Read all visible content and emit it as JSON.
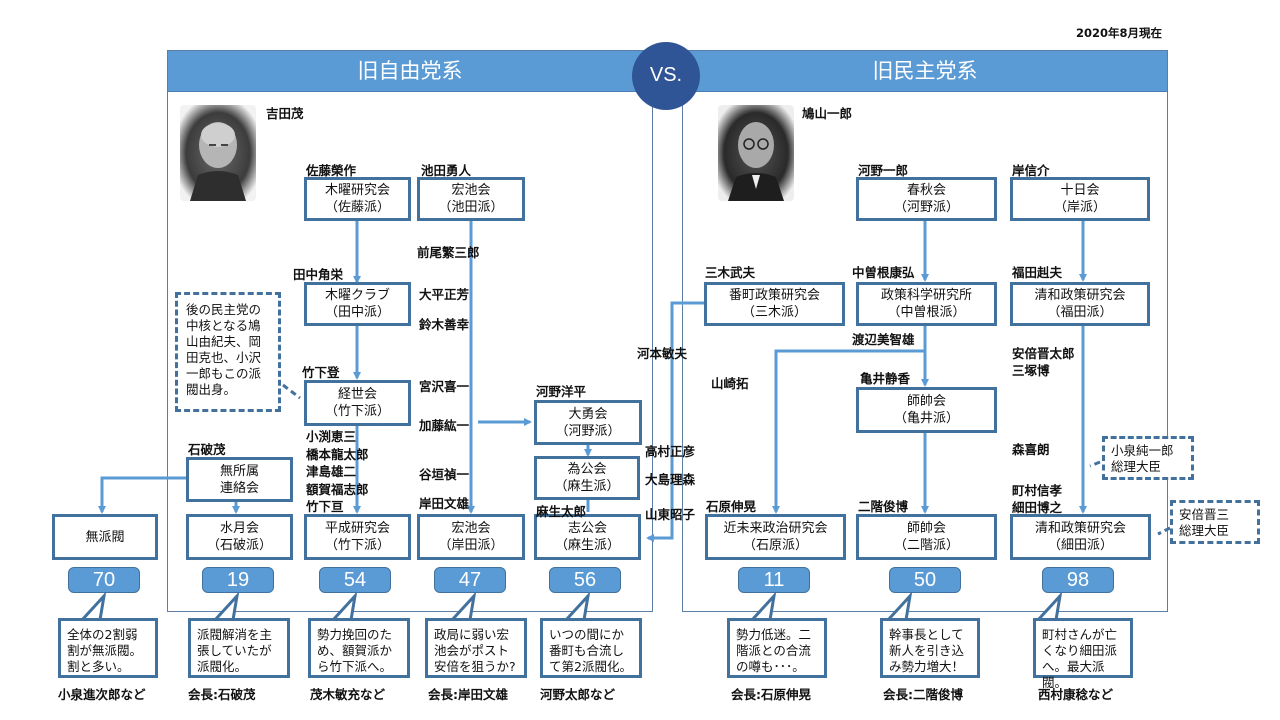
{
  "date_label": "2020年8月現在",
  "vs_label": "VS.",
  "colors": {
    "accent": "#5b9bd5",
    "border": "#41719c",
    "vs": "#2f5597"
  },
  "left": {
    "title": "旧自由党系",
    "founder": "吉田茂",
    "founder_photo": "portrait-yoshida",
    "note": "後の民主党の中核となる鳩山由紀夫、岡田克也、小沢一郎もこの派閥出身。"
  },
  "right": {
    "title": "旧民主党系",
    "founder": "鳩山一郎",
    "founder_photo": "portrait-hatoyama"
  },
  "factions": {
    "mokuyo_kenkyukai": {
      "name": "木曜研究会",
      "sub": "（佐藤派）"
    },
    "kochikai_ikeda": {
      "name": "宏池会",
      "sub": "（池田派）"
    },
    "mokuyo_club": {
      "name": "木曜クラブ",
      "sub": "（田中派）"
    },
    "keiseikai": {
      "name": "経世会",
      "sub": "（竹下派）"
    },
    "taiyukai": {
      "name": "大勇会",
      "sub": "（河野派）"
    },
    "ikoukai": {
      "name": "為公会",
      "sub": "（麻生派）"
    },
    "mushozoku": {
      "name": "無所属",
      "sub": "連絡会"
    },
    "muhabatsu": {
      "name": "無派閥",
      "sub": ""
    },
    "suigetsukai": {
      "name": "水月会",
      "sub": "（石破派）"
    },
    "heisei": {
      "name": "平成研究会",
      "sub": "（竹下派）"
    },
    "kochikai_kishida": {
      "name": "宏池会",
      "sub": "（岸田派）"
    },
    "shikoukai": {
      "name": "志公会",
      "sub": "（麻生派）"
    },
    "shunjukai": {
      "name": "春秋会",
      "sub": "（河野派）"
    },
    "tokakai": {
      "name": "十日会",
      "sub": "（岸派）"
    },
    "bancho": {
      "name": "番町政策研究会",
      "sub": "（三木派）"
    },
    "seisaku_kagaku": {
      "name": "政策科学研究所",
      "sub": "（中曽根派）"
    },
    "seiwa_fukuda": {
      "name": "清和政策研究会",
      "sub": "（福田派）"
    },
    "shisuikai_kamei": {
      "name": "師帥会",
      "sub": "（亀井派）"
    },
    "kinmirai": {
      "name": "近未来政治研究会",
      "sub": "（石原派）"
    },
    "shisuikai_nikai": {
      "name": "師帥会",
      "sub": "（二階派）"
    },
    "seiwa_hosoda": {
      "name": "清和政策研究会",
      "sub": "（細田派）"
    }
  },
  "leaders": {
    "sato": "佐藤榮作",
    "ikeda": "池田勇人",
    "maeo": "前尾繁三郎",
    "tanaka": "田中角栄",
    "ohira": "大平正芳",
    "suzuki": "鈴木善幸",
    "takeshita": "竹下登",
    "miyazawa": "宮沢喜一",
    "kato": "加藤紘一",
    "kono_yohei": "河野洋平",
    "obuchi_group": [
      "小渕恵三",
      "橋本龍太郎",
      "津島雄二",
      "額賀福志郎",
      "竹下亘"
    ],
    "ishiba": "石破茂",
    "tanigaki": "谷垣禎一",
    "kishida": "岸田文雄",
    "aso": "麻生太郎",
    "takamura": "高村正彦",
    "oshima": "大島理森",
    "santo": "山東昭子",
    "komoto": "河本敏夫",
    "kono_ichiro": "河野一郎",
    "kishi": "岸信介",
    "miki": "三木武夫",
    "nakasone": "中曽根康弘",
    "fukuda": "福田赳夫",
    "watanabe": "渡辺美智雄",
    "abe_shintaro": "安倍晋太郎",
    "mitsuzuka": "三塚博",
    "yamasaki": "山崎拓",
    "kamei": "亀井静香",
    "mori": "森喜朗",
    "ishihara": "石原伸晃",
    "nikai": "二階俊博",
    "machimura": "町村信孝",
    "hosoda": "細田博之"
  },
  "pm_notes": {
    "koizumi": [
      "小泉純一郎",
      "総理大臣"
    ],
    "abe": [
      "安倍晋三",
      "総理大臣"
    ]
  },
  "summary": [
    {
      "count": "70",
      "note": [
        "全体の2割弱",
        "割が無派閥。",
        "割と多い。"
      ],
      "caption": "小泉進次郎など"
    },
    {
      "count": "19",
      "note": [
        "派閥解消を主",
        "張していたが",
        "派閥化。"
      ],
      "caption": "会長:石破茂"
    },
    {
      "count": "54",
      "note": [
        "勢力挽回のた",
        "め、額賀派か",
        "ら竹下派へ。"
      ],
      "caption": "茂木敏充など"
    },
    {
      "count": "47",
      "note": [
        "政局に弱い宏",
        "池会がポスト",
        "安倍を狙うか?"
      ],
      "caption": "会長:岸田文雄"
    },
    {
      "count": "56",
      "note": [
        "いつの間にか",
        "番町も合流し",
        "て第2派閥化。"
      ],
      "caption": "河野太郎など"
    },
    {
      "count": "11",
      "note": [
        "勢力低迷。二",
        "階派との合流",
        "の噂も･･･。"
      ],
      "caption": "会長:石原伸晃"
    },
    {
      "count": "50",
      "note": [
        "幹事長として",
        "新人を引き込",
        "み勢力増大！"
      ],
      "caption": "会長:二階俊博"
    },
    {
      "count": "98",
      "note": [
        "町村さんが亡",
        "くなり細田派",
        "へ。最大派閥。"
      ],
      "caption": "西村康稔など"
    }
  ]
}
